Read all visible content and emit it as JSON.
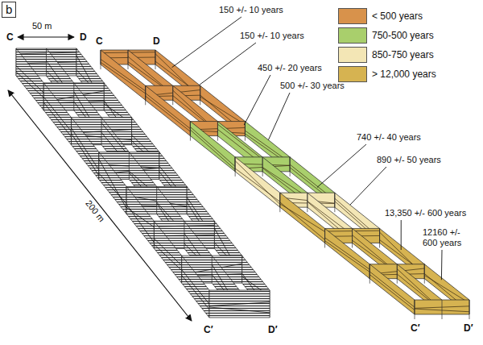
{
  "diagram": {
    "nodes": [
      {
        "text": [
          "b"
        ]
      }
    ],
    "labels": [
      "C",
      "D",
      "50 m",
      "200 m",
      "C′",
      "D′",
      "C",
      "D",
      "150 +/- 10 years",
      "150 +/- 10 years",
      "450 +/- 20 years",
      "500 +/- 30 years",
      "740 +/- 40 years",
      "890 +/- 50 years",
      "13,350 +/- 600 years",
      "12160 +/- 600 years",
      "C′",
      "D′"
    ],
    "legend": [
      {
        "text": "< 500 years",
        "color": "#d8924b"
      },
      {
        "text": "750-500 years",
        "color": "#a9cf6c"
      },
      {
        "text": "850-750 years",
        "color": "#f3e6b5"
      },
      {
        "text": "> 12,000 years",
        "color": "#d6b351"
      }
    ]
  }
}
